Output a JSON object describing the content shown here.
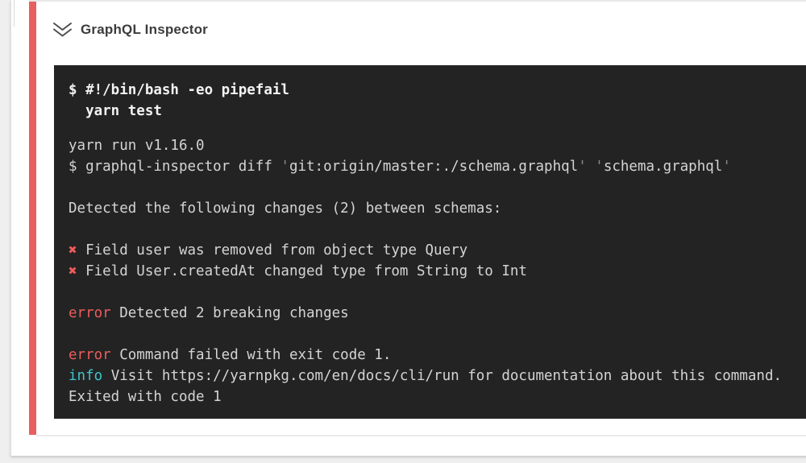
{
  "colors": {
    "page_bg": "#efefef",
    "accent": "#e7605f",
    "terminal_bg": "#232323",
    "text": "#d4d4d4",
    "bold_text": "#f2f2f2",
    "dim": "#8b8b8b",
    "error": "#ee5c5c",
    "info": "#3fc4cd"
  },
  "card": {
    "header": {
      "title": "GraphQL Inspector",
      "icon": "double-chevron-down-icon"
    }
  },
  "terminal": {
    "lines": [
      {
        "segments": [
          {
            "t": "$ #!/bin/bash -eo pipefail",
            "s": "bold"
          }
        ]
      },
      {
        "segments": [
          {
            "t": "  yarn test",
            "s": "bold"
          }
        ]
      },
      {
        "spacer": true
      },
      {
        "segments": [
          {
            "t": "yarn run v1.16.0",
            "s": "plain"
          }
        ]
      },
      {
        "segments": [
          {
            "t": "$ graphql-inspector diff ",
            "s": "plain"
          },
          {
            "t": "'",
            "s": "dim"
          },
          {
            "t": "git:origin/master:./schema.graphql",
            "s": "plain"
          },
          {
            "t": "'",
            "s": "dim"
          },
          {
            "t": " ",
            "s": "plain"
          },
          {
            "t": "'",
            "s": "dim"
          },
          {
            "t": "schema.graphql",
            "s": "plain"
          },
          {
            "t": "'",
            "s": "dim"
          }
        ]
      },
      {
        "segments": []
      },
      {
        "segments": [
          {
            "t": "Detected the following changes (2) between schemas:",
            "s": "plain"
          }
        ]
      },
      {
        "segments": []
      },
      {
        "segments": [
          {
            "t": "✖",
            "s": "cross"
          },
          {
            "t": " Field user was removed from object type Query",
            "s": "plain"
          }
        ]
      },
      {
        "segments": [
          {
            "t": "✖",
            "s": "cross"
          },
          {
            "t": " Field User.createdAt changed type from String to Int",
            "s": "plain"
          }
        ]
      },
      {
        "segments": []
      },
      {
        "segments": [
          {
            "t": "error",
            "s": "error"
          },
          {
            "t": " Detected 2 breaking changes",
            "s": "plain"
          }
        ]
      },
      {
        "segments": []
      },
      {
        "segments": [
          {
            "t": "error",
            "s": "error"
          },
          {
            "t": " Command failed with exit code 1.",
            "s": "plain"
          }
        ]
      },
      {
        "segments": [
          {
            "t": "info",
            "s": "info"
          },
          {
            "t": " Visit https://yarnpkg.com/en/docs/cli/run for documentation about this command.",
            "s": "plain"
          }
        ]
      },
      {
        "segments": [
          {
            "t": "Exited with code 1",
            "s": "plain"
          }
        ]
      }
    ]
  }
}
